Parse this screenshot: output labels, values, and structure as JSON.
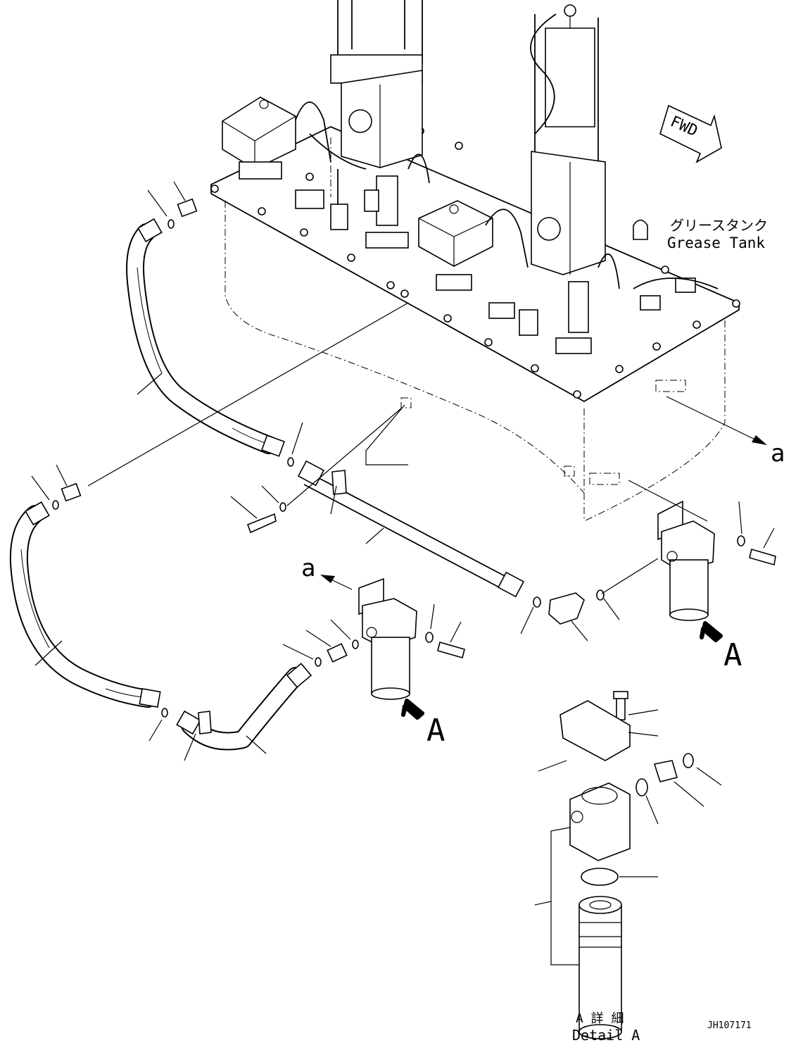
{
  "labels": {
    "fwd": "FWD",
    "grease_tank_jp": "グリースタンク",
    "grease_tank_en": "Grease Tank",
    "view_a_left": "A",
    "view_a_right": "A",
    "ref_a_left": "a",
    "ref_a_right": "a",
    "detail_jp": "A 詳 細",
    "detail_en": "Detail A",
    "drawing_no": "JH107171"
  }
}
